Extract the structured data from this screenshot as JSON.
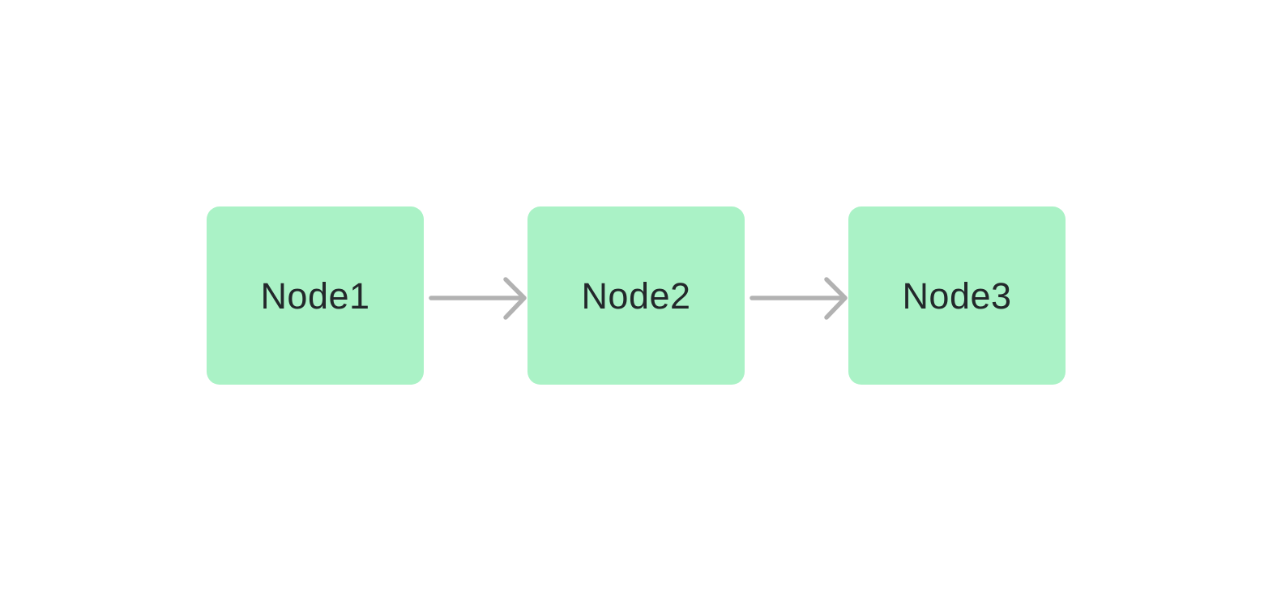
{
  "diagram": {
    "type": "flowchart-horizontal",
    "nodes": [
      {
        "id": "node1",
        "label": "Node1",
        "shape": "rounded-rectangle"
      },
      {
        "id": "node2",
        "label": "Node2",
        "shape": "rounded-rectangle"
      },
      {
        "id": "node3",
        "label": "Node3",
        "shape": "rounded-rectangle"
      }
    ],
    "edges": [
      {
        "from": "node1",
        "to": "node2",
        "arrow": "right-open-chevron"
      },
      {
        "from": "node2",
        "to": "node3",
        "arrow": "right-open-chevron"
      }
    ]
  },
  "colors": {
    "background": "#ffffff",
    "node-fill": "#aaf2c6",
    "node-text": "#23282b",
    "arrow-color": "#b2b2b2"
  }
}
